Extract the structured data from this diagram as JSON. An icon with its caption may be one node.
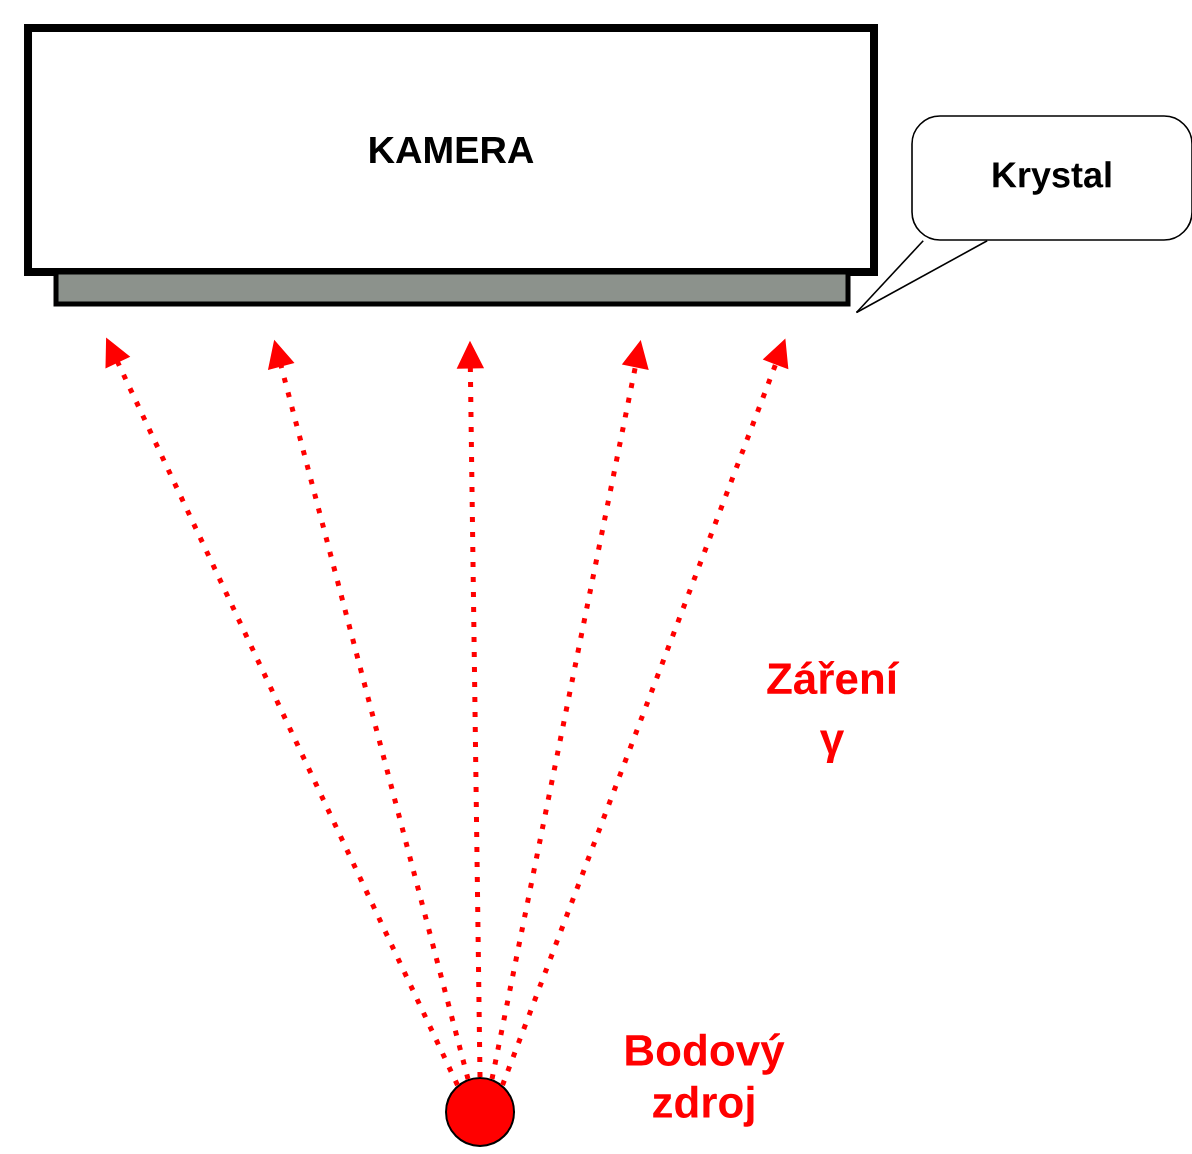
{
  "diagram": {
    "nodes": [
      {
        "text": [
          "KAMERA"
        ]
      },
      {
        "text": [],
        "shape": "bar"
      },
      {
        "text": [
          "Krystal"
        ]
      },
      {
        "text": [],
        "shape": "circle",
        "beside": [
          "Bodový zdroj"
        ]
      }
    ],
    "edges": [
      {
        "from": 3,
        "to": 1,
        "arrow": "to",
        "style": "dashed"
      },
      {
        "from": 3,
        "to": 1,
        "arrow": "to",
        "style": "dashed"
      },
      {
        "from": 3,
        "to": 1,
        "arrow": "to",
        "style": "dashed"
      },
      {
        "from": 3,
        "to": 1,
        "arrow": "to",
        "style": "dashed"
      },
      {
        "from": 3,
        "to": 1,
        "arrow": "to",
        "style": "dashed"
      },
      {
        "from": 2,
        "to": 1,
        "arrow": "none",
        "color": "#000000"
      }
    ],
    "labels": [
      "Záření γ"
    ]
  }
}
